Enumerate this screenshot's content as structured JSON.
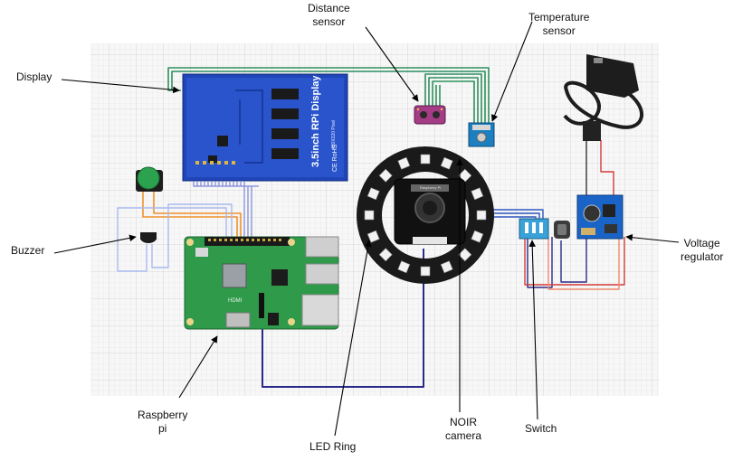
{
  "labels": {
    "display": "Display",
    "distance_sensor": [
      "Distance",
      "sensor"
    ],
    "temperature_sensor": [
      "Temperature",
      "sensor"
    ],
    "buzzer": "Buzzer",
    "voltage_regulator": [
      "Voltage",
      "regulator"
    ],
    "raspberry_pi": [
      "Raspberry",
      "pi"
    ],
    "led_ring": "LED Ring",
    "noir_camera": [
      "NOIR",
      "camera"
    ],
    "switch": "Switch"
  },
  "board_text": {
    "display_title": "3.5inch RPi Display",
    "display_res": "480X320 Pixel",
    "display_ce": "CE RoHS",
    "rpi_hdmi": "HDMI",
    "camera_brand": "Raspberry Pi"
  },
  "colors": {
    "grid_bg": "#f7f7f7",
    "grid_line": "#d9d9d9",
    "wire_green": "#2f8f5e",
    "wire_orange": "#f0922b",
    "wire_light_blue": "#aab8ee",
    "wire_purple": "#2b2a8a",
    "wire_red": "#d23a3a",
    "wire_salmon": "#f08a6a",
    "display_blue": "#2045b8",
    "pcb_green": "#2f9a4a",
    "regulator_blue": "#1a64c8"
  }
}
